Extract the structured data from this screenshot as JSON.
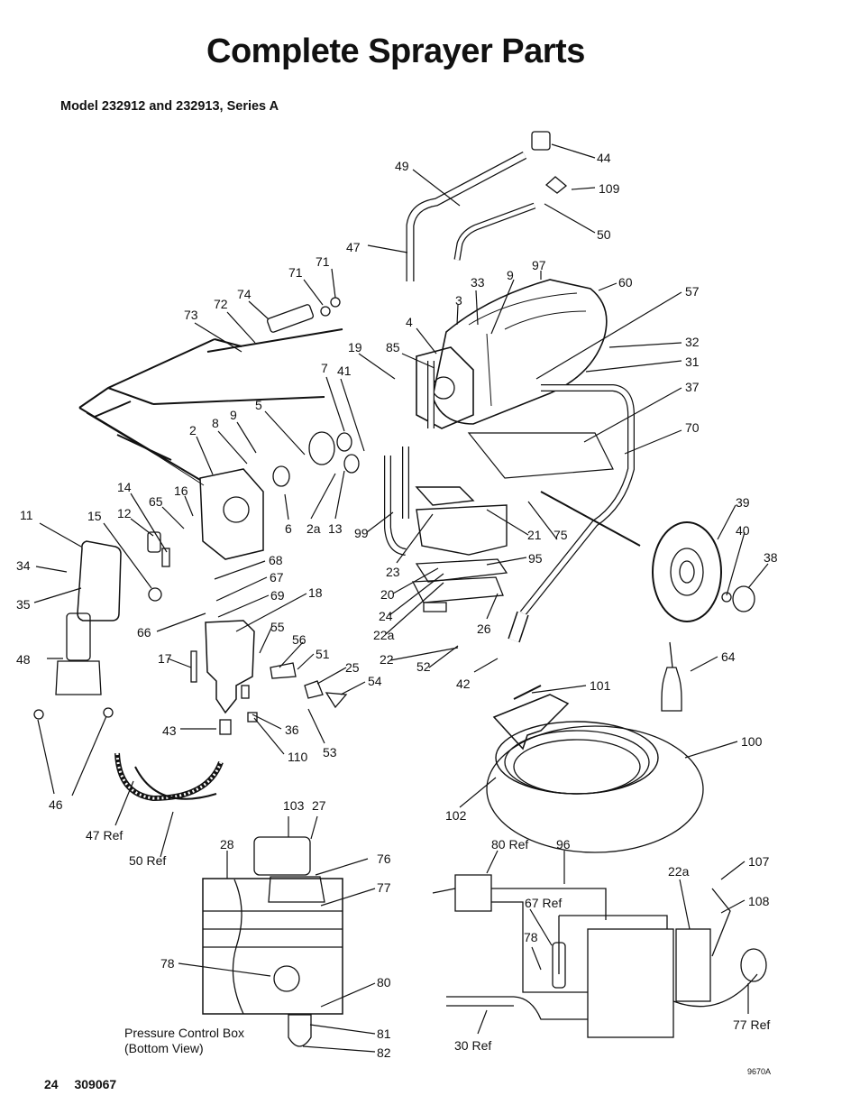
{
  "page": {
    "title": "Complete Sprayer Parts",
    "subtitle": "Model  232912 and 232913, Series A",
    "page_number": "24",
    "doc_number": "309067",
    "figure_id": "9670A",
    "caption_line1": "Pressure Control Box",
    "caption_line2": "(Bottom View)"
  },
  "labels": [
    "44",
    "49",
    "109",
    "50",
    "47",
    "71",
    "71",
    "9",
    "97",
    "60",
    "33",
    "57",
    "3",
    "74",
    "72",
    "73",
    "4",
    "32",
    "19",
    "85",
    "31",
    "7",
    "41",
    "37",
    "5",
    "9",
    "8",
    "2",
    "70",
    "16",
    "14",
    "65",
    "12",
    "11",
    "15",
    "6",
    "2a",
    "13",
    "99",
    "21",
    "75",
    "39",
    "40",
    "38",
    "34",
    "95",
    "23",
    "68",
    "67",
    "20",
    "35",
    "18",
    "24",
    "69",
    "22a",
    "26",
    "66",
    "55",
    "56",
    "48",
    "17",
    "51",
    "22",
    "25",
    "52",
    "54",
    "64",
    "42",
    "101",
    "43",
    "36",
    "53",
    "100",
    "110",
    "46",
    "102",
    "47 Ref",
    "103",
    "27",
    "28",
    "50 Ref",
    "76",
    "80 Ref",
    "96",
    "107",
    "22a",
    "77",
    "67 Ref",
    "108",
    "78",
    "78",
    "80",
    "81",
    "77 Ref",
    "30 Ref",
    "82"
  ]
}
